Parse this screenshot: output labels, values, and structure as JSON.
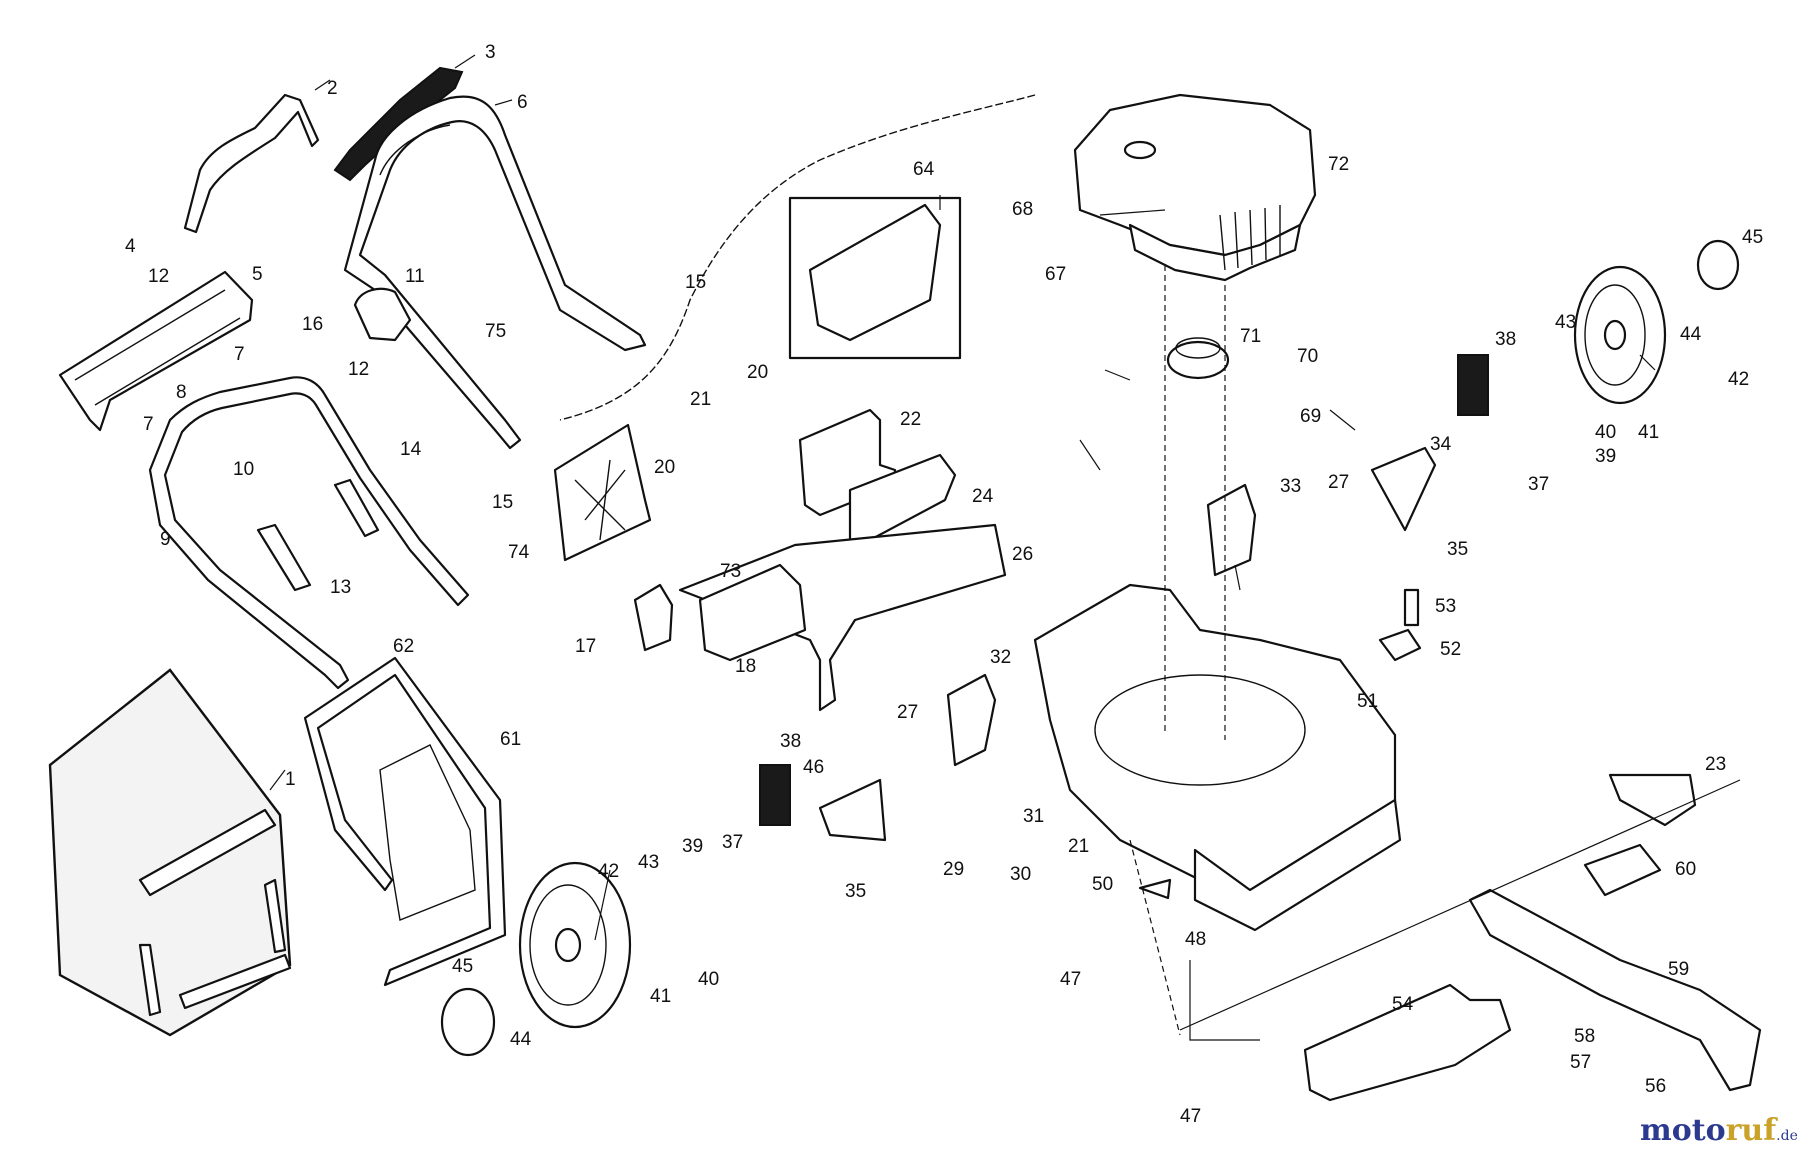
{
  "diagram": {
    "watermark": "motoruf.de",
    "watermark_parts": {
      "moto": "moto",
      "ruf": "ruf",
      "de": ".de"
    },
    "colors": {
      "line": "#111111",
      "background": "#ffffff",
      "logo_blue": "#2b3a8f",
      "logo_gold": "#c9a227"
    },
    "callouts": {
      "c1": "1",
      "c2": "2",
      "c3": "3",
      "c4": "4",
      "c5": "5",
      "c6": "6",
      "c7a": "7",
      "c7b": "7",
      "c8": "8",
      "c9": "9",
      "c10": "10",
      "c11": "11",
      "c12a": "12",
      "c12b": "12",
      "c13": "13",
      "c14": "14",
      "c15a": "15",
      "c15b": "15",
      "c16": "16",
      "c17": "17",
      "c18": "18",
      "c20a": "20",
      "c20b": "20",
      "c21a": "21",
      "c21b": "21",
      "c22": "22",
      "c23": "23",
      "c24": "24",
      "c26": "26",
      "c27a": "27",
      "c27b": "27",
      "c29": "29",
      "c30": "30",
      "c31": "31",
      "c32": "32",
      "c33": "33",
      "c34": "34",
      "c35a": "35",
      "c35b": "35",
      "c37a": "37",
      "c37b": "37",
      "c38a": "38",
      "c38b": "38",
      "c39a": "39",
      "c39b": "39",
      "c40a": "40",
      "c40b": "40",
      "c41a": "41",
      "c41b": "41",
      "c42a": "42",
      "c42b": "42",
      "c43a": "43",
      "c43b": "43",
      "c44a": "44",
      "c44b": "44",
      "c45a": "45",
      "c45b": "45",
      "c46": "46",
      "c47a": "47",
      "c47b": "47",
      "c48": "48",
      "c50": "50",
      "c51": "51",
      "c52": "52",
      "c53": "53",
      "c54": "54",
      "c56": "56",
      "c57": "57",
      "c58": "58",
      "c59": "59",
      "c60": "60",
      "c61": "61",
      "c62": "62",
      "c64": "64",
      "c67": "67",
      "c68": "68",
      "c69": "69",
      "c70": "70",
      "c71": "71",
      "c72": "72",
      "c73": "73",
      "c74": "74",
      "c75": "75"
    }
  }
}
